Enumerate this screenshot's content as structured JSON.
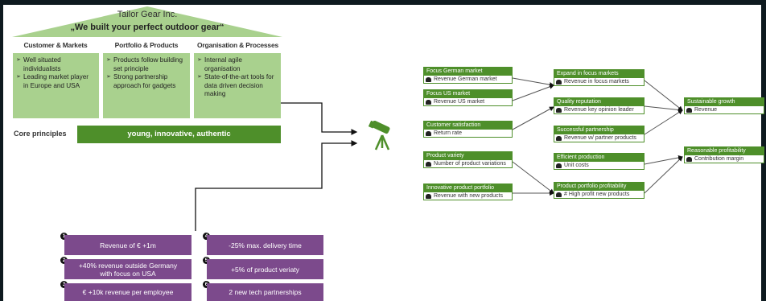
{
  "house": {
    "title": "Tailor Gear Inc.",
    "slogan": "„We built your perfect outdoor gear“",
    "columns": [
      {
        "head": "Customer & Markets",
        "items": [
          "Well situated individualists",
          "Leading market player in Europe and USA"
        ]
      },
      {
        "head": "Portfolio & Products",
        "items": [
          "Products follow building set principle",
          "Strong partnership approach for gadgets"
        ]
      },
      {
        "head": "Organisation & Processes",
        "items": [
          "Internal agile organisation",
          "State-of-the-art tools for data driven decision making"
        ]
      }
    ],
    "core_label": "Core principles",
    "core_value": "young, innovative, authentic"
  },
  "goals": [
    {
      "num": "1",
      "text": "Revenue of € +1m"
    },
    {
      "num": "2",
      "text": "+40% revenue outside Germany with focus on USA"
    },
    {
      "num": "3",
      "text": "€ +10k revenue per employee"
    },
    {
      "num": "4",
      "text": "-25% max. delivery time"
    },
    {
      "num": "5",
      "text": "+5% of product veriaty"
    },
    {
      "num": "6",
      "text": "2 new tech partnerships"
    }
  ],
  "tree": {
    "l1": [
      {
        "title": "Focus German market",
        "kpi": "Revenue German market"
      },
      {
        "title": "Focus US market",
        "kpi": "Revenue US market"
      },
      {
        "title": "Customer satisfaction",
        "kpi": "Return rate"
      },
      {
        "title": "Product variety",
        "kpi": "Number of product variations"
      },
      {
        "title": "Innovative product portfolio",
        "kpi": "Revenue with new products"
      }
    ],
    "l2": [
      {
        "title": "Expand in focus markets",
        "kpi": "Revenue in focus markets"
      },
      {
        "title": "Quality reputation",
        "kpi": "Revenue key opinion leader"
      },
      {
        "title": "Successful partnership",
        "kpi": "Revenue w/ partner products"
      },
      {
        "title": "Efficient production",
        "kpi": "Unit costs"
      },
      {
        "title": "Product portfolio profitability",
        "kpi": "# High profit new products"
      }
    ],
    "l3": [
      {
        "title": "Sustainable growth",
        "kpi": "Revenue"
      },
      {
        "title": "Reasonable profitability",
        "kpi": "Contribution margin"
      }
    ]
  },
  "colors": {
    "green_dark": "#4e8f2a",
    "green_light": "#a9d18e",
    "purple": "#7c4a8c",
    "frame": "#0e1a1f"
  },
  "icons": {
    "vision": "telescope-icon",
    "kpi": "kpi-icon"
  }
}
